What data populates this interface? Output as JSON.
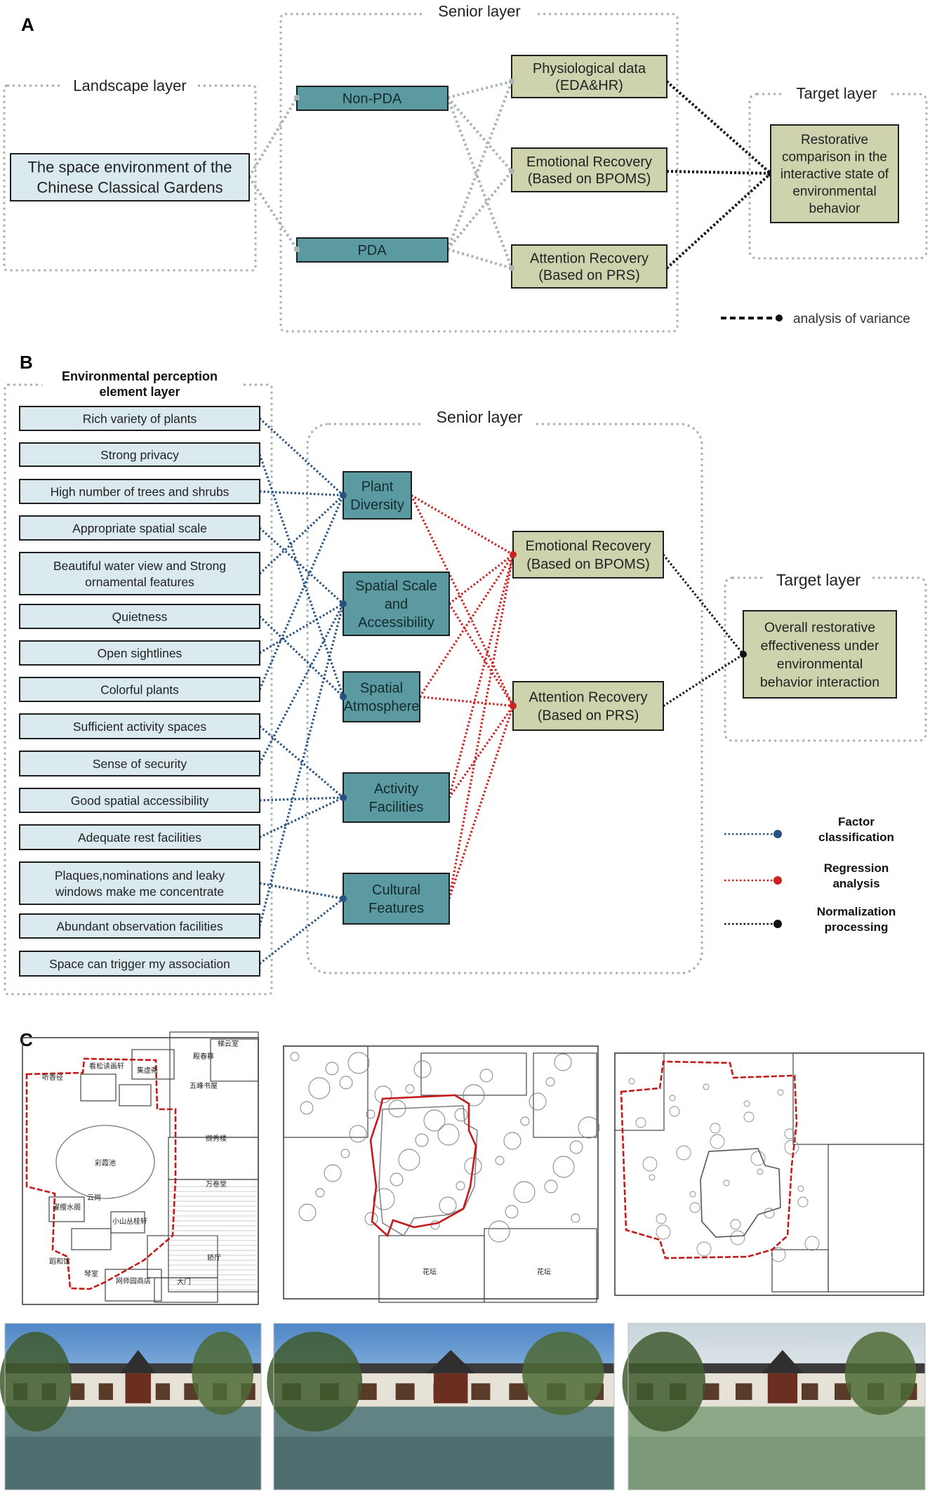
{
  "panel_a": {
    "letter": "A",
    "groups": {
      "landscape": "Landscape layer",
      "senior": "Senior layer",
      "target": "Target layer"
    },
    "landscape_node": [
      "The space environment of the",
      "Chinese Classical Gardens"
    ],
    "senior_nodes": [
      {
        "id": "non_pda",
        "label": [
          "Non-PDA"
        ]
      },
      {
        "id": "pda",
        "label": [
          "PDA"
        ]
      }
    ],
    "outcome_nodes": [
      {
        "id": "phys",
        "label": [
          "Physiological data",
          "(EDA&HR)"
        ]
      },
      {
        "id": "emo",
        "label": [
          "Emotional Recovery",
          "(Based on BPOMS)"
        ]
      },
      {
        "id": "att",
        "label": [
          "Attention Recovery",
          "(Based on PRS)"
        ]
      }
    ],
    "target_node": [
      "Restorative",
      "comparison in the",
      "interactive state of",
      "environmental",
      "behavior"
    ],
    "legend": "analysis of variance"
  },
  "panel_b": {
    "letter": "B",
    "groups": {
      "element": [
        "Environmental perception",
        "element layer"
      ],
      "senior": "Senior layer",
      "target": "Target layer"
    },
    "elements": [
      [
        "Rich variety of plants"
      ],
      [
        "Strong privacy"
      ],
      [
        "High number of trees and shrubs"
      ],
      [
        "Appropriate spatial scale"
      ],
      [
        "Beautiful water view and Strong",
        "ornamental features"
      ],
      [
        "Quietness"
      ],
      [
        "Open sightlines"
      ],
      [
        "Colorful plants"
      ],
      [
        "Sufficient activity spaces"
      ],
      [
        "Sense of security"
      ],
      [
        "Good spatial accessibility"
      ],
      [
        "Adequate rest facilities"
      ],
      [
        "Plaques,nominations and leaky",
        "windows make me concentrate"
      ],
      [
        "Abundant observation facilities"
      ],
      [
        "Space can trigger my association"
      ]
    ],
    "factors": [
      [
        "Plant",
        "Diversity"
      ],
      [
        "Spatial Scale",
        "and",
        "Accessibility"
      ],
      [
        "Spatial",
        "Atmosphere"
      ],
      [
        "Activity",
        "Facilities"
      ],
      [
        "Cultural",
        "Features"
      ]
    ],
    "outcomes": [
      [
        "Emotional Recovery",
        "(Based on BPOMS)"
      ],
      [
        "Attention Recovery",
        "(Based on PRS)"
      ]
    ],
    "target_node": [
      "Overall restorative",
      "effectiveness under",
      "environmental",
      "behavior interaction"
    ],
    "element_to_factor": [
      [
        0,
        0
      ],
      [
        1,
        2
      ],
      [
        2,
        0
      ],
      [
        3,
        1
      ],
      [
        4,
        0
      ],
      [
        5,
        2
      ],
      [
        6,
        1
      ],
      [
        7,
        0
      ],
      [
        8,
        3
      ],
      [
        9,
        1
      ],
      [
        10,
        3
      ],
      [
        11,
        3
      ],
      [
        12,
        4
      ],
      [
        13,
        1
      ],
      [
        14,
        4
      ]
    ],
    "legend": [
      {
        "label": [
          "Factor",
          "classification"
        ],
        "color": "#27527f"
      },
      {
        "label": [
          "Regression",
          "analysis"
        ],
        "color": "#cc2222"
      },
      {
        "label": [
          "Normalization",
          "processing"
        ],
        "color": "#111111"
      }
    ]
  },
  "panel_c": {
    "letter": "C",
    "plan1_labels": [
      "听香径",
      "看松读画轩",
      "集虚斋",
      "五峰书屋",
      "彩霞池",
      "濯缨水阁",
      "云岗",
      "小山丛桂轩",
      "蹈和馆",
      "琴室",
      "殿春簃",
      "撷秀楼",
      "万卷堂",
      "轿厅",
      "大门",
      "网师园商店",
      "梯云室"
    ],
    "plan2_labels": [
      "花坛",
      "花坛"
    ]
  },
  "colors": {
    "teal": "#5b9aa1",
    "light_blue": "#daeaef",
    "khaki": "#cfd3ad",
    "blue_line": "#27527f",
    "red_line": "#cc2222",
    "black_line": "#111111",
    "group_border": "#a2b0b3"
  }
}
